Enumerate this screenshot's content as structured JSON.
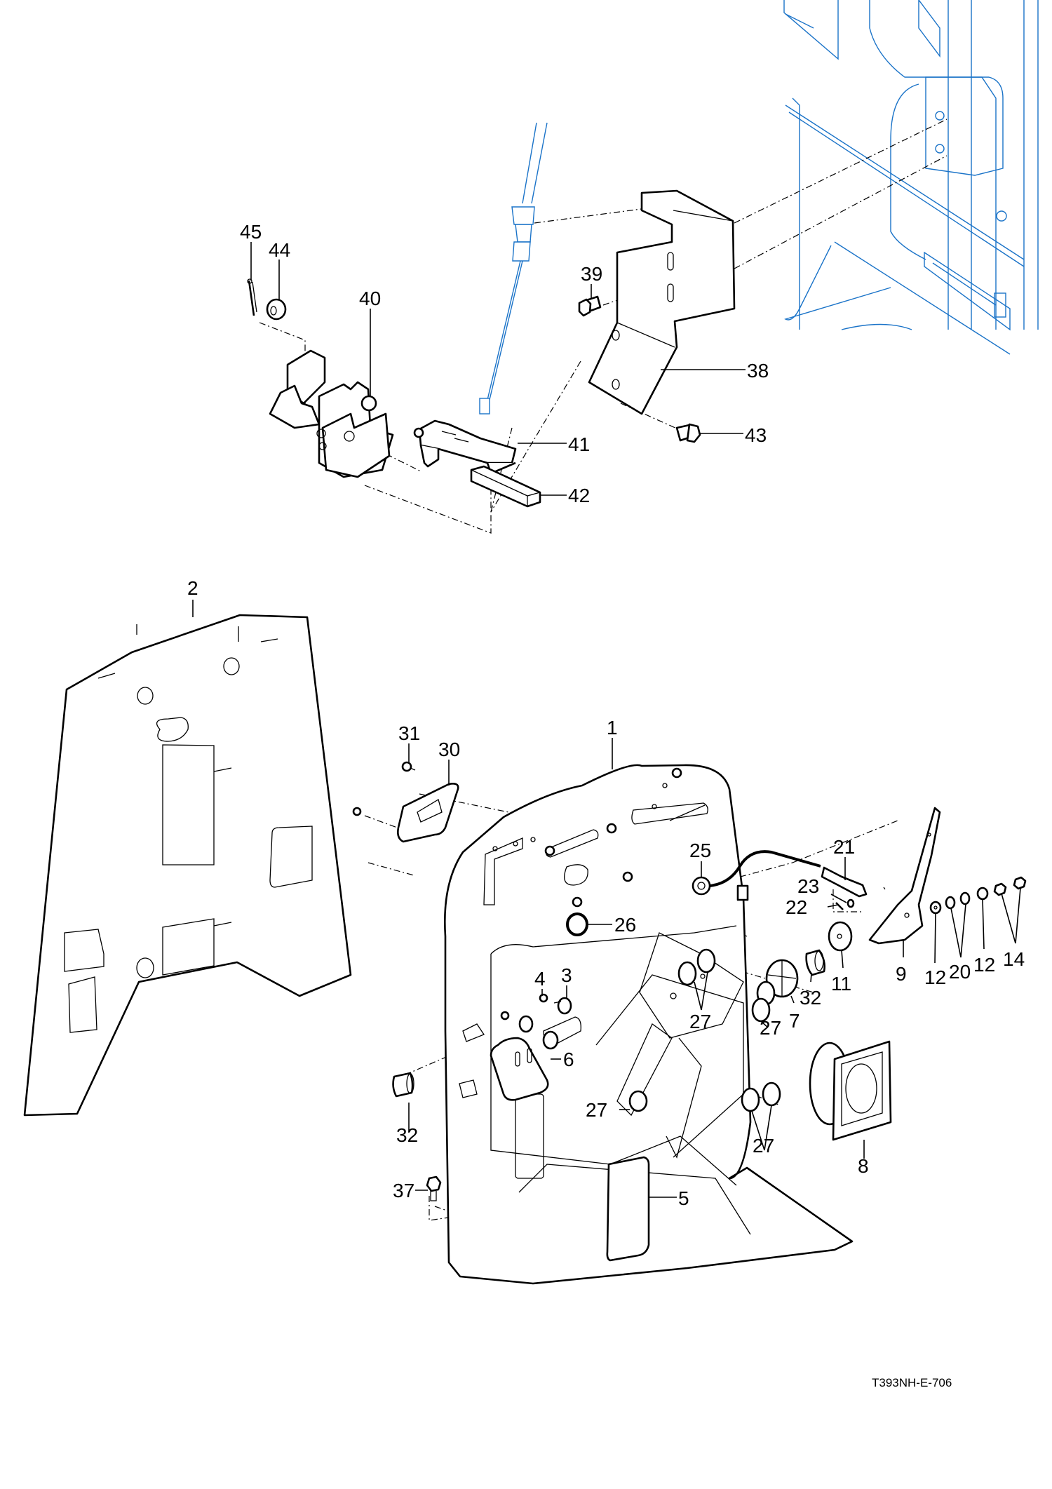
{
  "drawing": {
    "code": "T393NH-E-706",
    "colors": {
      "line": "#000000",
      "reference_line": "#1a73c8",
      "background": "#ffffff"
    }
  },
  "callouts": {
    "c1": "1",
    "c2": "2",
    "c3": "3",
    "c4": "4",
    "c5": "5",
    "c6": "6",
    "c7": "7",
    "c8": "8",
    "c9": "9",
    "c11": "11",
    "c12a": "12",
    "c12b": "12",
    "c14": "14",
    "c20": "20",
    "c21": "21",
    "c22": "22",
    "c23": "23",
    "c25": "25",
    "c26": "26",
    "c27a": "27",
    "c27b": "27",
    "c27c": "27",
    "c27d": "27",
    "c30": "30",
    "c31": "31",
    "c32a": "32",
    "c32b": "32",
    "c37": "37",
    "c38": "38",
    "c39": "39",
    "c40": "40",
    "c41": "41",
    "c42": "42",
    "c43": "43",
    "c44": "44",
    "c45": "45"
  }
}
